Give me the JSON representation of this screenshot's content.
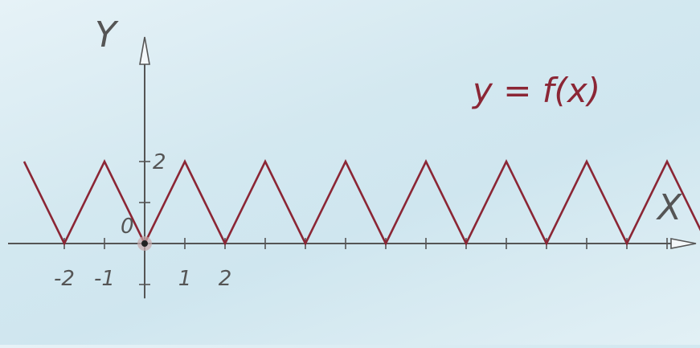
{
  "chart_data": {
    "type": "line",
    "title": "",
    "annotation": "y = f(x)",
    "xlabel": "X",
    "ylabel": "Y",
    "origin_label": "0",
    "x_tick_labels": [
      {
        "value": -2,
        "text": "-2"
      },
      {
        "value": -1,
        "text": "-1"
      },
      {
        "value": 1,
        "text": "1"
      },
      {
        "value": 2,
        "text": "2"
      }
    ],
    "y_tick_labels": [
      {
        "value": 2,
        "text": "2"
      }
    ],
    "x_ticks": [
      -2,
      -1,
      1,
      2,
      3,
      4,
      5,
      6,
      7,
      8,
      9,
      10,
      11,
      12,
      13
    ],
    "y_ticks": [
      -1,
      1,
      2
    ],
    "xlim": [
      -3.4,
      14.2
    ],
    "ylim": [
      -1.3,
      5.6
    ],
    "grid": false,
    "series": [
      {
        "color": "#8b2635",
        "x": [
          -3,
          -2,
          -1,
          0,
          1,
          2,
          3,
          4,
          5,
          6,
          7,
          8,
          9,
          10,
          11,
          12,
          13,
          14
        ],
        "y": [
          2,
          0,
          2,
          0,
          2,
          0,
          2,
          0,
          2,
          0,
          2,
          0,
          2,
          0,
          2,
          0,
          2,
          0
        ]
      }
    ],
    "point": {
      "x": 0,
      "y": 0
    },
    "axis_color": "#555555",
    "line_color": "#8b2635"
  }
}
